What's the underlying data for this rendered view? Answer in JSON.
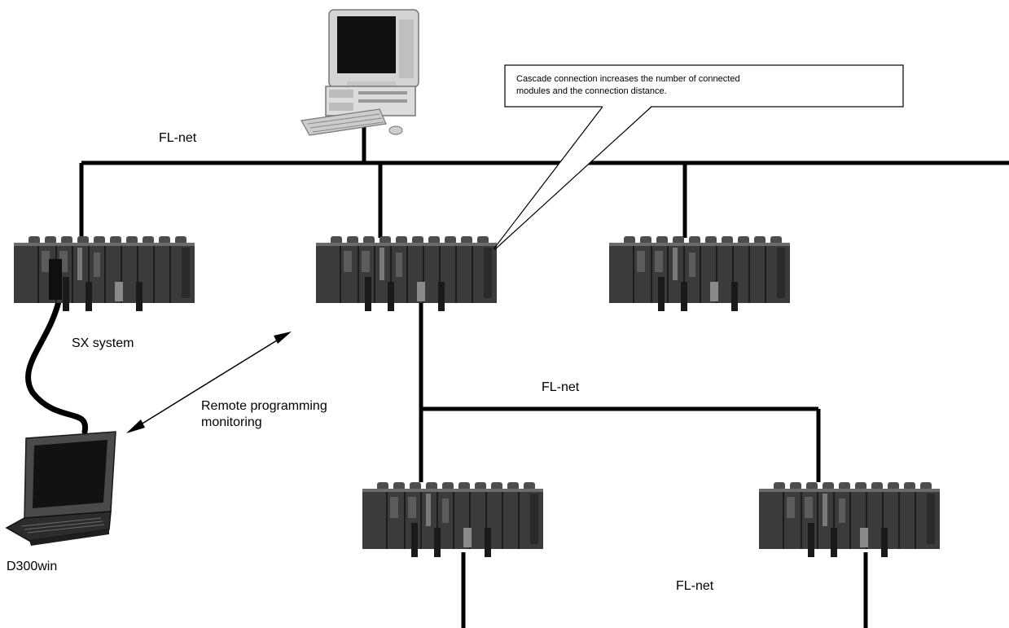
{
  "diagram": {
    "networks": {
      "top": "FL-net",
      "middle": "FL-net",
      "bottom": "FL-net"
    },
    "labels": {
      "sx_system": "SX system",
      "remote": "Remote programming\nmonitoring",
      "laptop": "D300win"
    },
    "callout": "Cascade connection increases the number of connected\nmodules and the connection distance."
  }
}
